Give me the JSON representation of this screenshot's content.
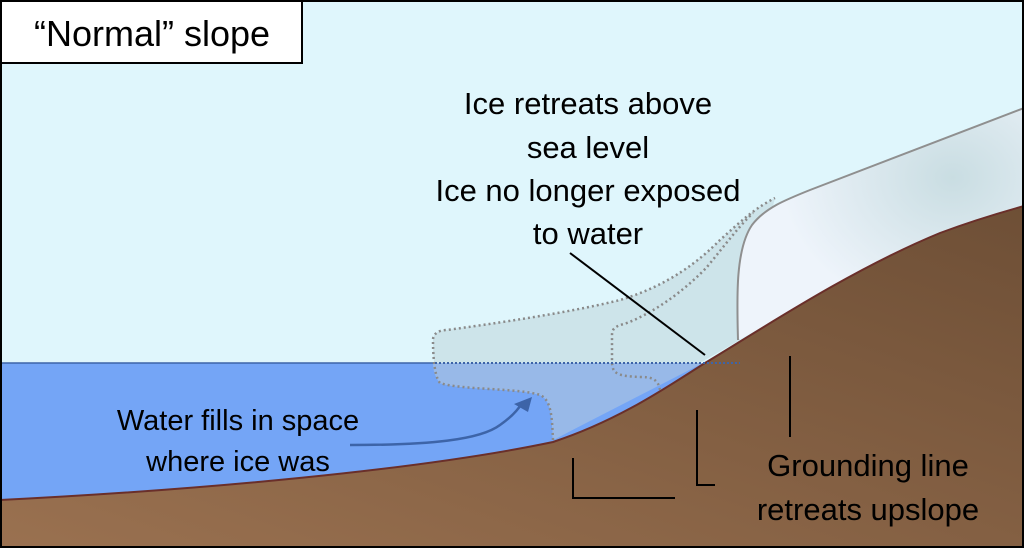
{
  "title": "“Normal” slope",
  "labels": {
    "ice_retreat": [
      "Ice retreats above",
      "sea level",
      "Ice no longer exposed",
      "to water"
    ],
    "water_fills": [
      "Water fills in space",
      "where ice was"
    ],
    "grounding_line": [
      "Grounding line",
      "retreats upslope"
    ]
  },
  "colors": {
    "sky": "#dff6fc",
    "water": "#74a5f6",
    "ground": "#7d5a3f",
    "ice": "#eef4fb",
    "old_ice": "#cde4ea"
  }
}
